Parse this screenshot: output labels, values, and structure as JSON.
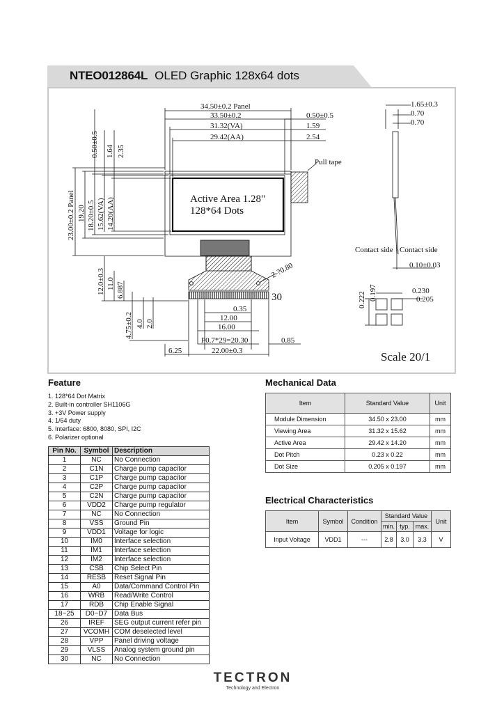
{
  "header": {
    "part_number": "NTEO012864L",
    "description": "OLED Graphic 128x64 dots"
  },
  "drawing": {
    "panel_width": "34.50±0.2 Panel",
    "width_33": "33.50±0.2",
    "va_width": "31.32(VA)",
    "aa_width": "29.42(AA)",
    "right_050": "0.50±0.5",
    "right_159": "1.59",
    "right_254": "2.54",
    "pull_tape": "Pull tape",
    "left_050": "0.50±0.5",
    "left_164": "1.64",
    "left_235": "2.35",
    "panel_height": "23.00±0.2 Panel",
    "h_1920": "19.20",
    "va_height": "18.20±0.5",
    "h_1562": "15.62(VA)",
    "aa_height": "14.20(AA)",
    "active_area_line1": "Active Area 1.28\"",
    "active_area_line2": "128*64 Dots",
    "fpc_120": "12.0±0.3",
    "fpc_110": "11.0",
    "fpc_6887": "6.887",
    "fpc_475": "4.75±0.2",
    "fpc_40": "4.0",
    "fpc_20": "2.0",
    "hole": "2-?0.80",
    "pin30": "30",
    "d_035": "0.35",
    "d_1200": "12.00",
    "d_1600": "16.00",
    "pitch": "P0.7*29=20.30",
    "d_085": "0.85",
    "d_625": "6.25",
    "d_2200": "22.00±0.3",
    "side_165": "1.65±0.3",
    "side_070a": "0.70",
    "side_070b": "0.70",
    "contact_left": "Contact side",
    "contact_right": "Contact side",
    "side_010": "0.10±0.03",
    "px_0222": "0.222",
    "px_0197": "0.197",
    "px_0230": "0.230",
    "px_0205": "0.205",
    "scale": "Scale 20/1"
  },
  "feature": {
    "title": "Feature",
    "items": [
      "1. 128*64 Dot Matrix",
      "2. Built-in controller SH1106G",
      "3. +3V Power supply",
      "4. 1/64 duty",
      "5. Interface: 6800, 8080, SPI, I2C",
      "6. Polarizer optional"
    ]
  },
  "pins": {
    "headers": [
      "Pin No.",
      "Symbol",
      "Description"
    ],
    "rows": [
      [
        "1",
        "NC",
        "No Connection"
      ],
      [
        "2",
        "C1N",
        "Charge pump capacitor"
      ],
      [
        "3",
        "C1P",
        "Charge pump capacitor"
      ],
      [
        "4",
        "C2P",
        "Charge pump capacitor"
      ],
      [
        "5",
        "C2N",
        "Charge pump capacitor"
      ],
      [
        "6",
        "VDD2",
        "Charge pump  regulator"
      ],
      [
        "7",
        "NC",
        "No Connection"
      ],
      [
        "8",
        "VSS",
        "Ground Pin"
      ],
      [
        "9",
        "VDD1",
        "Voltage for logic"
      ],
      [
        "10",
        "IM0",
        "Interface selection"
      ],
      [
        "11",
        "IM1",
        "Interface selection"
      ],
      [
        "12",
        "IM2",
        "Interface selection"
      ],
      [
        "13",
        "CSB",
        "Chip Select Pin"
      ],
      [
        "14",
        "RESB",
        "Reset Signal Pin"
      ],
      [
        "15",
        "A0",
        "Data/Command Control Pin"
      ],
      [
        "16",
        "WRB",
        "Read/Write Control"
      ],
      [
        "17",
        "RDB",
        "Chip Enable Signal"
      ],
      [
        "18~25",
        "D0~D7",
        "Data Bus"
      ],
      [
        "26",
        "IREF",
        "SEG output current refer pin"
      ],
      [
        "27",
        "VCOMH",
        "COM deselected level"
      ],
      [
        "28",
        "VPP",
        "Panel driving voltage"
      ],
      [
        "29",
        "VLSS",
        "Analog system ground pin"
      ],
      [
        "30",
        "NC",
        "No Connection"
      ]
    ]
  },
  "mechanical": {
    "title": "Mechanical Data",
    "headers": [
      "Item",
      "Standard Value",
      "Unit"
    ],
    "rows": [
      [
        "Module Dimension",
        "34.50 x 23.00",
        "mm"
      ],
      [
        "Viewing Area",
        "31.32 x 15.62",
        "mm"
      ],
      [
        "Active Area",
        "29.42 x 14.20",
        "mm"
      ],
      [
        "Dot Pitch",
        "0.23 x 0.22",
        "mm"
      ],
      [
        "Dot Size",
        "0.205 x 0.197",
        "mm"
      ]
    ]
  },
  "electrical": {
    "title": "Electrical Characteristics",
    "headers": {
      "item": "Item",
      "symbol": "Symbol",
      "condition": "Condition",
      "standard": "Standard Value",
      "min": "min.",
      "typ": "typ.",
      "max": "max.",
      "unit": "Unit"
    },
    "row": {
      "item": "Input Voltage",
      "symbol": "VDD1",
      "condition": "---",
      "min": "2.8",
      "typ": "3.0",
      "max": "3.3",
      "unit": "V"
    }
  },
  "footer": {
    "logo": "TECTRON",
    "tagline": "Technology and Electron"
  },
  "colors": {
    "banner": "#d9d9d9",
    "table_header": "#d9d9d9",
    "frame": "#c8c8c8"
  }
}
